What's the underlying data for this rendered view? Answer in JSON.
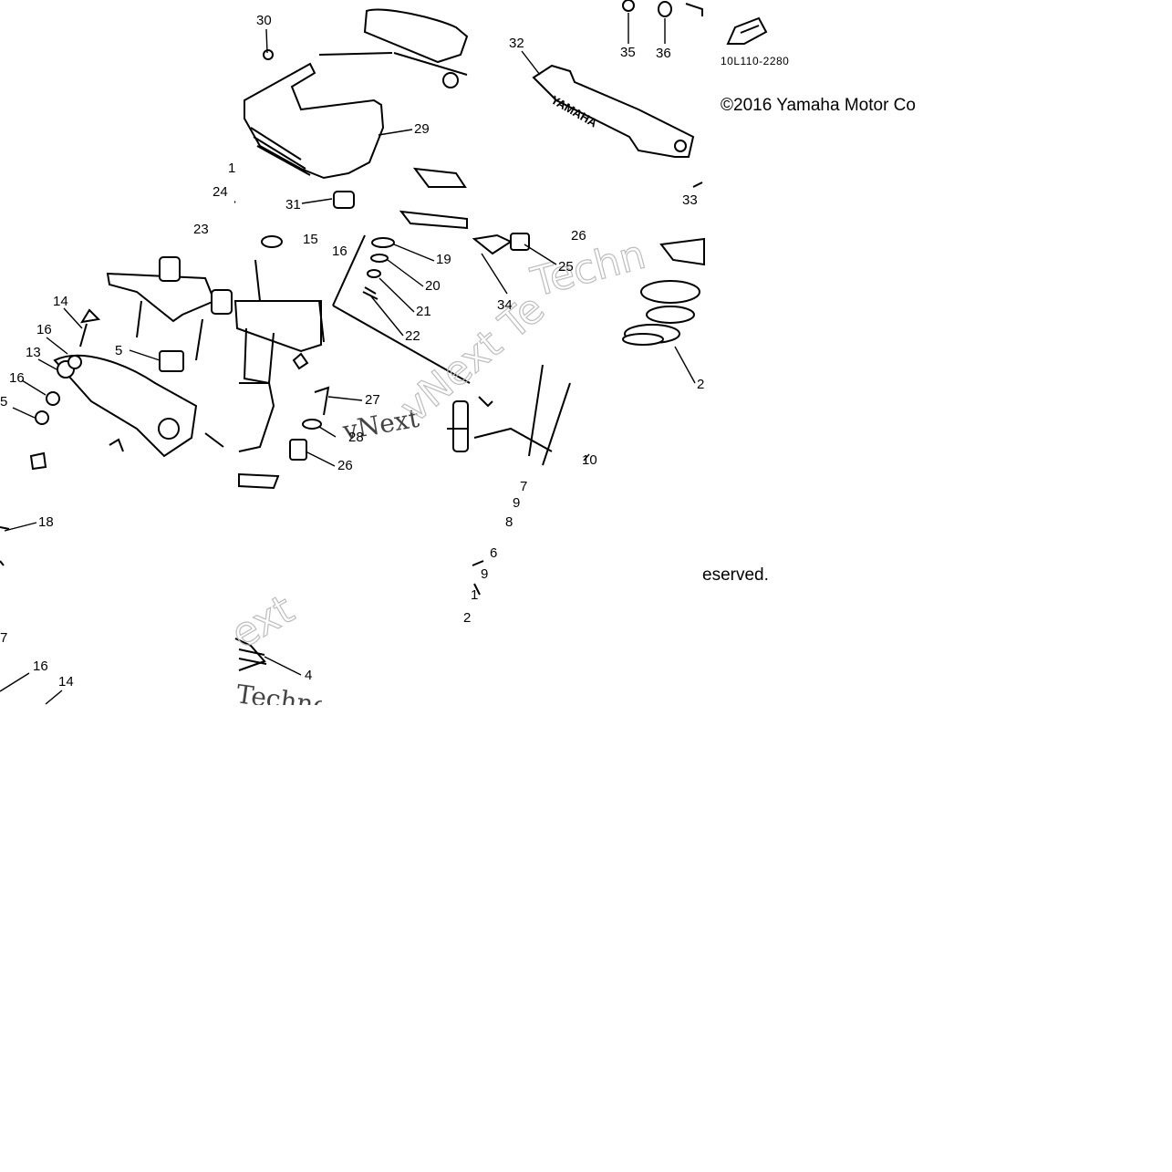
{
  "diagram": {
    "copyright": "©2016 Yamaha Motor Co",
    "reserved": "eserved.",
    "diagram_code": "10L110-2280",
    "bracket_brand": "YAMAHA",
    "watermark_fragments": [
      "Techn",
      "vNext",
      "Technol",
      "ext",
      "vNext Te"
    ],
    "callouts": [
      "30",
      "32",
      "35",
      "36",
      "29",
      "1",
      "24",
      "31",
      "23",
      "15",
      "16",
      "19",
      "20",
      "21",
      "22",
      "14",
      "16",
      "13",
      "5",
      "16",
      "5",
      "27",
      "28",
      "26",
      "18",
      "7",
      "16",
      "14",
      "4",
      "33",
      "34",
      "25",
      "26",
      "2",
      "10",
      "7",
      "9",
      "8",
      "6",
      "9",
      "1",
      "2"
    ]
  }
}
